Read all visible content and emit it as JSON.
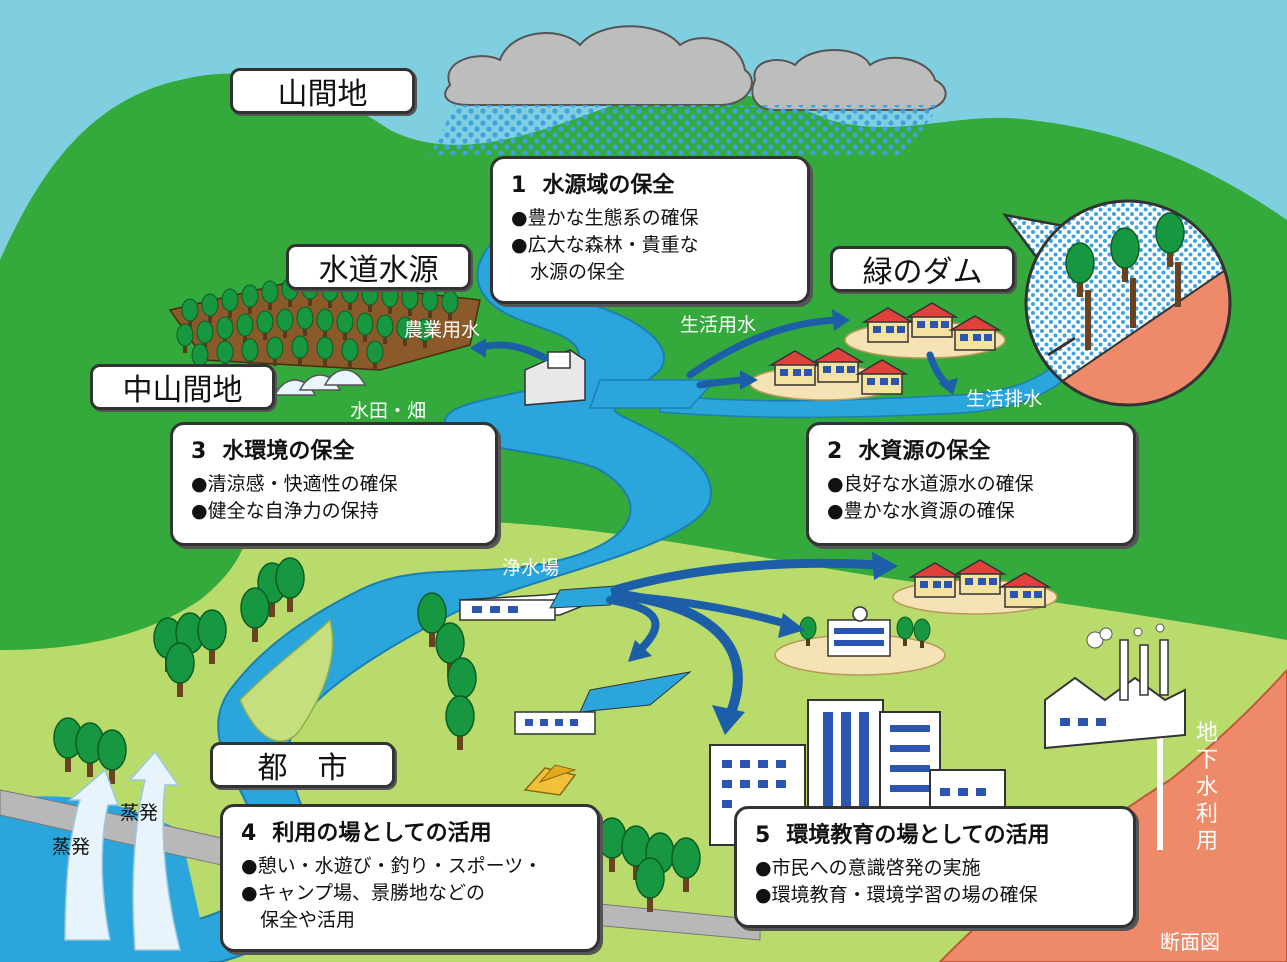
{
  "regions": {
    "mountain": "山間地",
    "water_source": "水道水源",
    "green_dam": "緑のダム",
    "midmountain": "中山間地",
    "city": "都　市"
  },
  "boxes": [
    {
      "num": "1",
      "title": "水源域の保全",
      "items": [
        "●豊かな生態系の確保",
        "●広大な森林・貴重な",
        "　水源の保全"
      ]
    },
    {
      "num": "2",
      "title": "水資源の保全",
      "items": [
        "●良好な水道源水の確保",
        "●豊かな水資源の確保"
      ]
    },
    {
      "num": "3",
      "title": "水環境の保全",
      "items": [
        "●清涼感・快適性の確保",
        "●健全な自浄力の保持"
      ]
    },
    {
      "num": "4",
      "title": "利用の場としての活用",
      "items": [
        "●憩い・水遊び・釣り・スポーツ・",
        "●キャンプ場、景勝地などの",
        "　保全や活用"
      ]
    },
    {
      "num": "5",
      "title": "環境教育の場としての活用",
      "items": [
        "●市民への意識啓発の実施",
        "●環境教育・環境学習の場の確保"
      ]
    }
  ],
  "flow_labels": {
    "agri_water": "農業用水",
    "domestic_water": "生活用水",
    "domestic_waste": "生活排水",
    "paddy": "水田・畑",
    "purification": "浄水場",
    "evap1": "蒸発",
    "evap2": "蒸発",
    "groundwater": "地下水利用",
    "section": "断面図"
  },
  "colors": {
    "sky": "#7fcfe0",
    "mountain": "#33a53a",
    "field": "#b8d96a",
    "river": "#2aa6dc",
    "arrow": "#1c5fa8",
    "soil": "#ee8a6a",
    "tree": "#0f8c3a"
  },
  "icons": [
    "cloud-icon",
    "rain-icon",
    "tree-icon",
    "house-icon",
    "dam-icon",
    "factory-icon",
    "building-icon",
    "tent-icon",
    "greenhouse-icon",
    "arrow-icon"
  ]
}
